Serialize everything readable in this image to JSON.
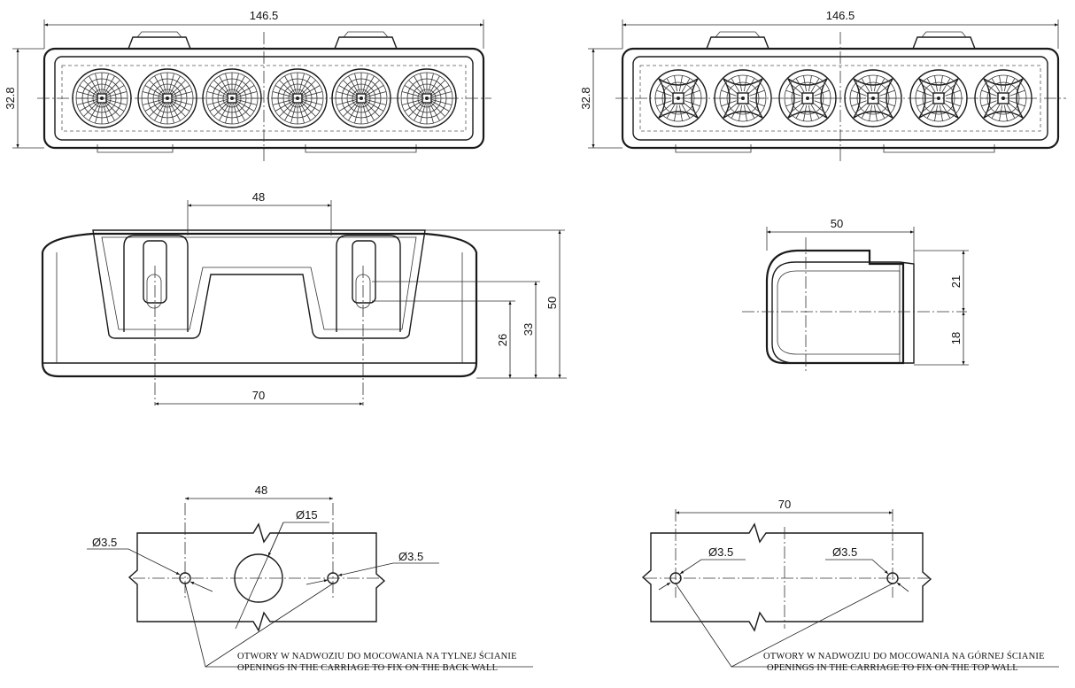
{
  "front_view_a": {
    "width_label": "146.5",
    "height_label": "32.8"
  },
  "front_view_b": {
    "width_label": "146.5",
    "height_label": "32.8"
  },
  "side_view": {
    "top_spacing_label": "48",
    "bottom_spacing_label": "70",
    "dim_26": "26",
    "dim_33": "33",
    "dim_50": "50"
  },
  "end_view": {
    "width_label": "50",
    "upper_label": "21",
    "lower_label": "18"
  },
  "back_wall": {
    "spacing_label": "48",
    "left_hole_label": "Ø3.5",
    "center_hole_label": "Ø15",
    "right_hole_label": "Ø3.5",
    "note_pl": "OTWORY W NADWOZIU DO MOCOWANIA NA TYLNEJ ŚCIANIE",
    "note_en": "OPENINGS IN THE CARRIAGE TO FIX ON THE BACK WALL"
  },
  "top_wall": {
    "spacing_label": "70",
    "left_hole_label": "Ø3.5",
    "right_hole_label": "Ø3.5",
    "note_pl": "OTWORY W NADWOZIU DO MOCOWANIA NA GÓRNEJ ŚCIANIE",
    "note_en": "OPENINGS IN THE CARRIAGE TO FIX ON THE TOP WALL"
  }
}
